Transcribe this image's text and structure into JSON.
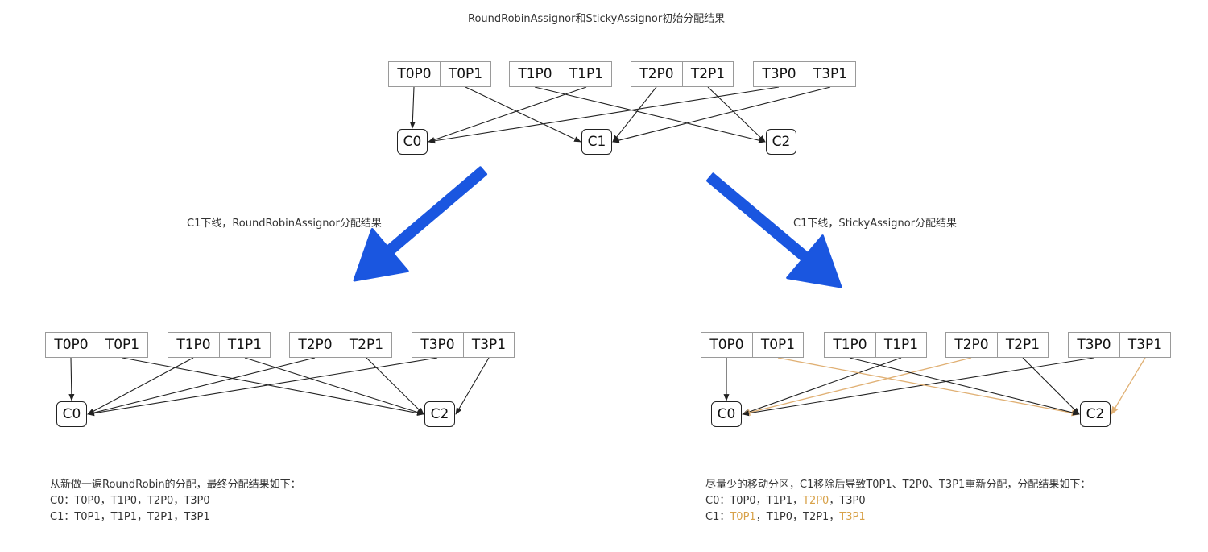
{
  "title": "RoundRobinAssignor和StickyAssignor初始分配结果",
  "left_caption": "C1下线，RoundRobinAssignor分配结果",
  "right_caption": "C1下线，StickyAssignor分配结果",
  "partitions": [
    "T0P0",
    "T0P1",
    "T1P0",
    "T1P1",
    "T2P0",
    "T2P1",
    "T3P0",
    "T3P1"
  ],
  "consumers_initial": [
    "C0",
    "C1",
    "C2"
  ],
  "consumers_after": [
    "C0",
    "C2"
  ],
  "colors": {
    "big_arrow": "#1a56e0",
    "edge": "#222222",
    "moved_edge": "#e0b074",
    "highlight": "#d8a24a"
  },
  "initial_assignment": {
    "C0": [
      "T0P0",
      "T1P1",
      "T3P0"
    ],
    "C1": [
      "T0P1",
      "T2P0",
      "T3P1"
    ],
    "C2": [
      "T1P0",
      "T2P1"
    ]
  },
  "roundrobin_assignment": {
    "C0": [
      "T0P0",
      "T1P0",
      "T2P0",
      "T3P0"
    ],
    "C2": [
      "T0P1",
      "T1P1",
      "T2P1",
      "T3P1"
    ]
  },
  "sticky_assignment": {
    "C0": [
      "T0P0",
      "T1P1",
      "T2P0",
      "T3P0"
    ],
    "C2": [
      "T0P1",
      "T1P0",
      "T2P1",
      "T3P1"
    ],
    "moved": [
      "T0P1",
      "T2P0",
      "T3P1"
    ]
  },
  "left_result": {
    "heading": "从新做一遍RoundRobin的分配，最终分配结果如下：",
    "line1": "C0：T0P0，T1P0，T2P0，T3P0",
    "line2": "C1：T0P1，T1P1，T2P1，T3P1"
  },
  "right_result": {
    "heading": "尽量少的移动分区，C1移除后导致T0P1、T2P0、T3P1重新分配，分配结果如下：",
    "line1_prefix": "C0：T0P0，T1P1，",
    "line1_hl": "T2P0",
    "line1_suffix": "，T3P0",
    "line2_prefix": "C1：",
    "line2_hl1": "T0P1",
    "line2_mid": "，T1P0，T2P1，",
    "line2_hl2": "T3P1"
  }
}
